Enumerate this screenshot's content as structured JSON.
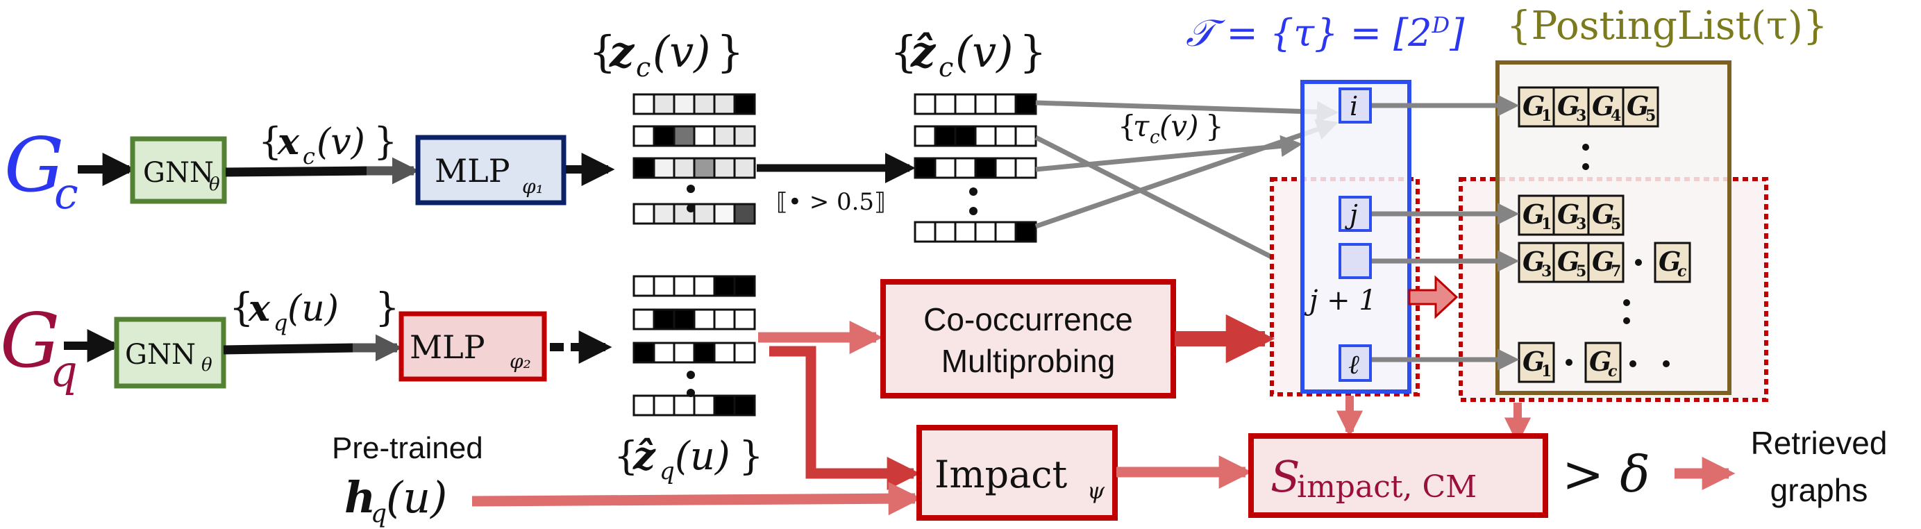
{
  "colors": {
    "candidate_label": "#2a36f0",
    "query_label": "#9a0f3c",
    "gnn_border": "#548235",
    "gnn_fill": "#dbecd3",
    "mlp1_border": "#0b2266",
    "mlp1_fill": "#dde5f3",
    "red_border": "#c00000",
    "red_fill_light": "#f8e6e6",
    "mlp2_fill": "#f4d3d5",
    "pink_arrow": "#de6e6e",
    "dark_red_arrow": "#cc3a3a",
    "gray_arrow": "#848484",
    "tau_border": "#2c4ef0",
    "tau_fill": "#f3f4fb",
    "tau_cell_fill": "#dcdff5",
    "posting_border": "#7d6022",
    "posting_fill": "#f7f5f3",
    "posting_cell_fill": "#efe3cc",
    "posting_title": "#7b7a1d",
    "tau_title": "#2a36f0",
    "dotted_red": "#c00000"
  },
  "candidate_row": {
    "graph_label": "G",
    "graph_sub": "c",
    "gnn_label": "GNN",
    "gnn_sub": "θ",
    "embedding_label": "{x_c(v)}",
    "embedding_main": "x",
    "embedding_sub": "c",
    "embedding_arg": "(v)",
    "mlp_label": "MLP",
    "mlp_sub": "φ₁",
    "soft_codes_title": "{z_c(v)}",
    "soft_codes_main": "z",
    "soft_codes_sub": "c",
    "soft_codes_arg": "(v)",
    "hard_codes_title": "{ẑ_c(v)}",
    "hard_codes_main": "ẑ",
    "hard_codes_sub": "c",
    "hard_codes_arg": "(v)",
    "threshold_label": "⟦• > 0.5⟧",
    "hash_label": "{τ_c(v)}",
    "hash_main": "τ",
    "hash_sub": "c",
    "hash_arg": "(v)",
    "soft_codes": [
      [
        0.0,
        0.1,
        0.05,
        0.1,
        0.1,
        1.0
      ],
      [
        0.0,
        1.0,
        0.55,
        0.0,
        0.1,
        0.1
      ],
      [
        1.0,
        0.05,
        0.1,
        0.4,
        0.1,
        0.1
      ],
      [
        0.0,
        0.08,
        0.1,
        0.1,
        0.03,
        0.7
      ]
    ],
    "hard_codes": [
      [
        0,
        0,
        0,
        0,
        0,
        1
      ],
      [
        0,
        1,
        1,
        0,
        0,
        0
      ],
      [
        1,
        0,
        0,
        1,
        0,
        0
      ],
      [
        0,
        0,
        0,
        0,
        0,
        1
      ]
    ]
  },
  "query_row": {
    "graph_label": "G",
    "graph_sub": "q",
    "gnn_label": "GNN",
    "gnn_sub": "θ",
    "embedding_main": "x",
    "embedding_sub": "q",
    "embedding_arg": "(u)",
    "mlp_label": "MLP",
    "mlp_sub": "φ₂",
    "codes_main": "ẑ",
    "codes_sub": "q",
    "codes_arg": "(u)",
    "hard_codes": [
      [
        0,
        0,
        0,
        0,
        1,
        1
      ],
      [
        0,
        1,
        1,
        0,
        0,
        0
      ],
      [
        1,
        0,
        0,
        1,
        0,
        0
      ],
      [
        0,
        0,
        0,
        0,
        1,
        1
      ]
    ],
    "pretrained_label": "Pre-trained",
    "pretrained_main": "h",
    "pretrained_sub": "q",
    "pretrained_arg": "(u)"
  },
  "blocks": {
    "cooccurrence_line1": "Co-occurrence",
    "cooccurrence_line2": "Multiprobing",
    "impact_label": "Impact",
    "impact_sub": "ψ",
    "score_main": "S",
    "score_sub": "impact, CM",
    "threshold_text": "> δ",
    "output_line1": "Retrieved",
    "output_line2": "graphs"
  },
  "hash_table": {
    "title": "𝒯 = {τ} = [2ᴰ]",
    "title_main": "𝒯 = {τ} = [2",
    "title_sup": "D",
    "title_end": "]",
    "buckets": [
      {
        "label": "i"
      },
      {
        "label": "j"
      },
      {
        "label": ""
      },
      {
        "label": "ℓ"
      }
    ],
    "bucket_j1_label": "j + 1"
  },
  "posting_lists": {
    "title": "{PostingList(τ)}",
    "rows": [
      {
        "items": [
          {
            "g": "G",
            "s": "1"
          },
          {
            "g": "G",
            "s": "3"
          },
          {
            "g": "G",
            "s": "4"
          },
          {
            "g": "G",
            "s": "5"
          }
        ]
      },
      {
        "items": [
          {
            "g": "G",
            "s": "1"
          },
          {
            "g": "G",
            "s": "3"
          },
          {
            "g": "G",
            "s": "5"
          }
        ]
      },
      {
        "items": [
          {
            "g": "G",
            "s": "3"
          },
          {
            "g": "G",
            "s": "5"
          },
          {
            "g": "G",
            "s": "7"
          }
        ],
        "extra": {
          "g": "G",
          "s": "c"
        }
      },
      {
        "items": [
          {
            "g": "G",
            "s": "1"
          }
        ],
        "extra": {
          "g": "G",
          "s": "c"
        }
      }
    ]
  }
}
